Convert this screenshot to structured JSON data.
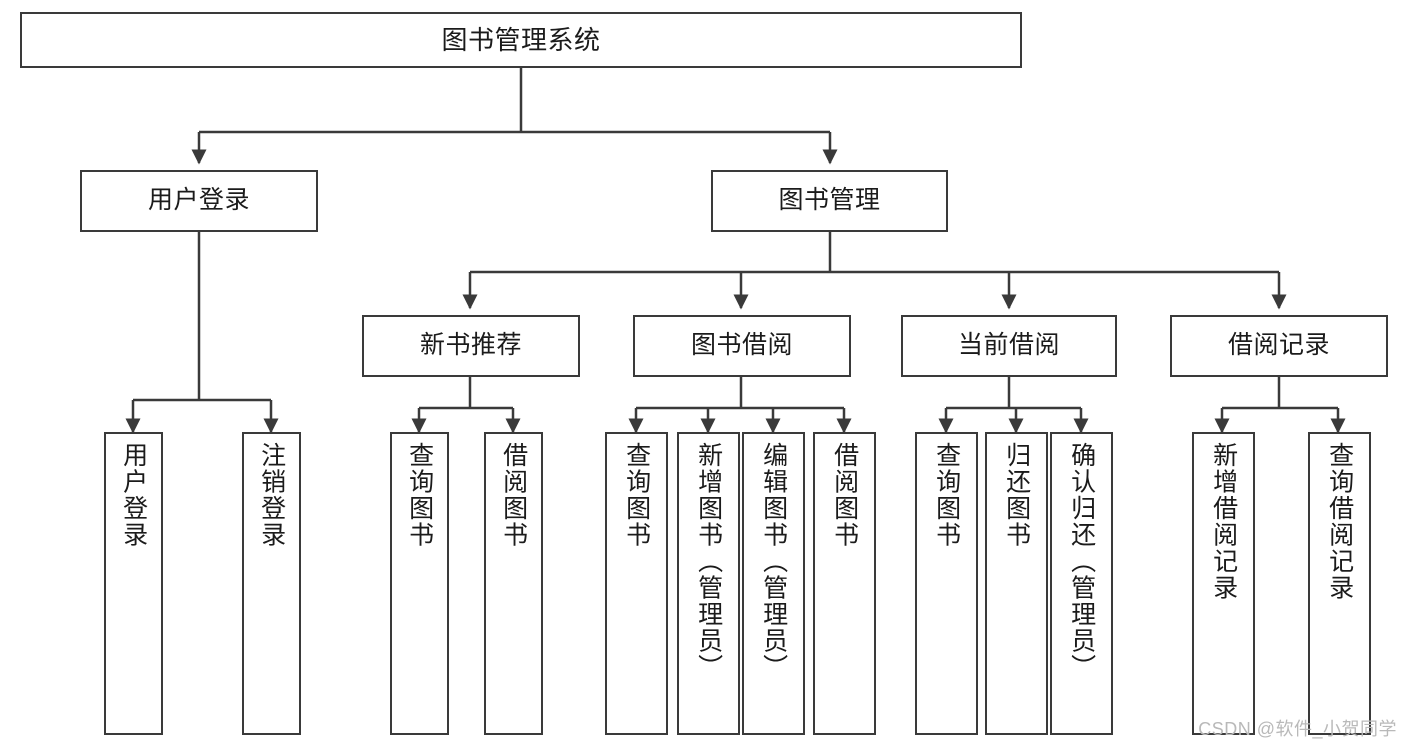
{
  "diagram": {
    "title": "图书管理系统",
    "type": "functional-decomposition-tree",
    "watermark": "CSDN @软件_小贺同学",
    "colors": {
      "stroke": "#3a3a3a",
      "fill": "#ffffff",
      "text": "#1b1b1b",
      "watermark": "#b9b9b9"
    },
    "root": {
      "label": "图书管理系统"
    },
    "level2": [
      {
        "label": "用户登录"
      },
      {
        "label": "图书管理"
      }
    ],
    "level3": [
      {
        "label": "新书推荐"
      },
      {
        "label": "图书借阅"
      },
      {
        "label": "当前借阅"
      },
      {
        "label": "借阅记录"
      }
    ],
    "leaves": {
      "user_login": [
        {
          "label": "用户登录"
        },
        {
          "label": "注销登录"
        }
      ],
      "new_book_recommend": [
        {
          "label": "查询图书"
        },
        {
          "label": "借阅图书"
        }
      ],
      "book_borrow": [
        {
          "label": "查询图书"
        },
        {
          "label": "新增图书（管理员）"
        },
        {
          "label": "编辑图书（管理员）"
        },
        {
          "label": "借阅图书"
        }
      ],
      "current_borrow": [
        {
          "label": "查询图书"
        },
        {
          "label": "归还图书"
        },
        {
          "label": "确认归还（管理员）"
        }
      ],
      "borrow_record": [
        {
          "label": "新增借阅记录"
        },
        {
          "label": "查询借阅记录"
        }
      ]
    }
  }
}
